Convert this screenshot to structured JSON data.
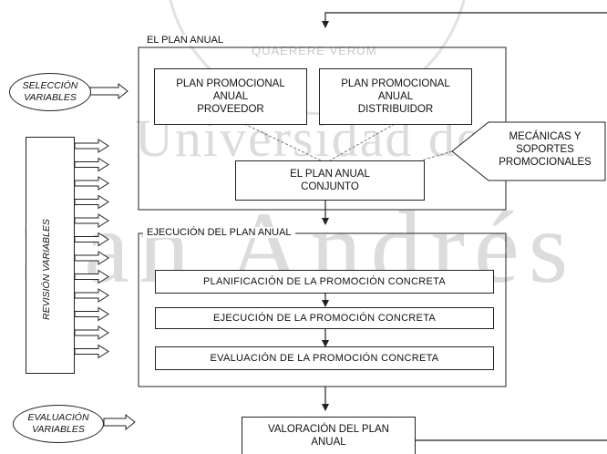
{
  "watermark": {
    "university": "Universidad de",
    "san_andres": "San Andrés",
    "motto": "QUAERERE VERUM"
  },
  "plan_anual": {
    "frame_label": "EL PLAN ANUAL",
    "proveedor": "PLAN PROMOCIONAL\nANUAL\nPROVEEDOR",
    "distribuidor": "PLAN PROMOCIONAL\nANUAL\nDISTRIBUIDOR",
    "conjunto": "EL PLAN ANUAL\nCONJUNTO"
  },
  "ejecucion": {
    "frame_label": "EJECUCIÓN DEL PLAN ANUAL",
    "planificacion": "PLANIFICACIÓN DE LA PROMOCIÓN CONCRETA",
    "ejecucion": "EJECUCIÓN DE LA PROMOCIÓN CONCRETA",
    "evaluacion": "EVALUACIÓN DE LA PROMOCIÓN CONCRETA"
  },
  "valoracion": "VALORACIÓN DEL PLAN\nANUAL",
  "side": {
    "seleccion": "SELECCIÓN\nVARIABLES",
    "revision": "REVISIÓN VARIABLES",
    "evaluacion": "EVALUACIÓN\nVARIABLES",
    "mecanicas": "MECÁNICAS Y\nSOPORTES\nPROMOCIONALES"
  }
}
